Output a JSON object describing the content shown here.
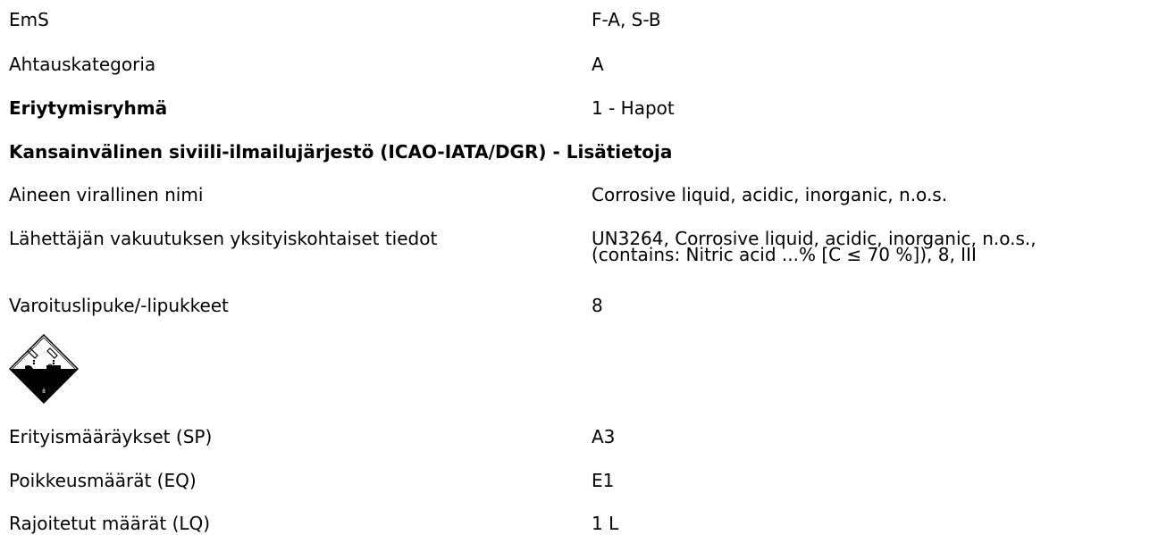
{
  "rows_top": [
    {
      "label": "EmS",
      "value": "F-A, S-B",
      "bold": false
    },
    {
      "label": "Ahtauskategoria",
      "value": "A",
      "bold": false
    },
    {
      "label": "Eriytymisryhmä",
      "value": "1 - Hapot",
      "bold": true
    }
  ],
  "section_heading": "Kansainvälinen siviili-ilmailujärjestö (ICAO-IATA/DGR) - Lisätietoja",
  "rows_icao": {
    "proper_name": {
      "label": "Aineen virallinen nimi",
      "value": "Corrosive liquid, acidic, inorganic, n.o.s."
    },
    "declaration": {
      "label": "Lähettäjän vakuutuksen yksityiskohtaiset tiedot",
      "value_line1": "UN3264, Corrosive liquid, acidic, inorganic, n.o.s.,",
      "value_line2": "(contains: Nitric acid ...% [C ≤ 70 %]), 8, III"
    },
    "labels": {
      "label": "Varoituslipuke/-lipukkeet",
      "value": "8"
    },
    "placard": {
      "icon": "corrosive-class-8-placard",
      "number": "8"
    },
    "special_provisions": {
      "label": "Erityismääräykset (SP)",
      "value": "A3"
    },
    "excepted_quantities": {
      "label": "Poikkeusmäärät (EQ)",
      "value": "E1"
    },
    "limited_quantities": {
      "label": "Rajoitetut määrät (LQ)",
      "value": "1 L"
    }
  }
}
